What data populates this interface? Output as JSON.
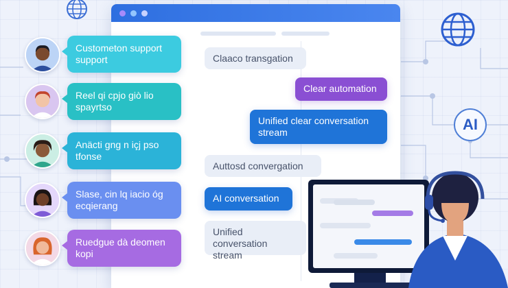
{
  "customers": [
    {
      "name": "customer-1",
      "message": "Custometon support support",
      "skin": "#7a4a2e",
      "hair": "#1c1c24",
      "shirt": "#2d4f9e"
    },
    {
      "name": "customer-2",
      "message": "Reel qi cpjo giò lio spayrtso",
      "skin": "#f2c4a6",
      "hair": "#c2452d",
      "shirt": "#ffffff"
    },
    {
      "name": "customer-3",
      "message": "Anäcti gng n içj pso tfonse",
      "skin": "#8a5a3a",
      "hair": "#2a1c16",
      "shirt": "#2fa68c"
    },
    {
      "name": "customer-4",
      "message": "Slase, cin lq iacio óg ecqierang",
      "skin": "#6d3f28",
      "hair": "#1a1414",
      "shirt": "#7e5bd6"
    },
    {
      "name": "customer-5",
      "message": "Ruedgue dà deomen kopi",
      "skin": "#f0b99a",
      "hair": "#d9652c",
      "shirt": "#ffffff"
    }
  ],
  "stream": {
    "card1": "Claaco transgation",
    "card2": "Clear automation",
    "card3": "Unified clear conversation stream",
    "card4": "Auttosd convergation",
    "card5": "AI conversation",
    "card6": "Unified conversation stream"
  },
  "ai_badge": "AI",
  "colors": {
    "primary_blue": "#1f74d8",
    "purple": "#8a4fd3",
    "titlebar": "#2e6fe0"
  }
}
